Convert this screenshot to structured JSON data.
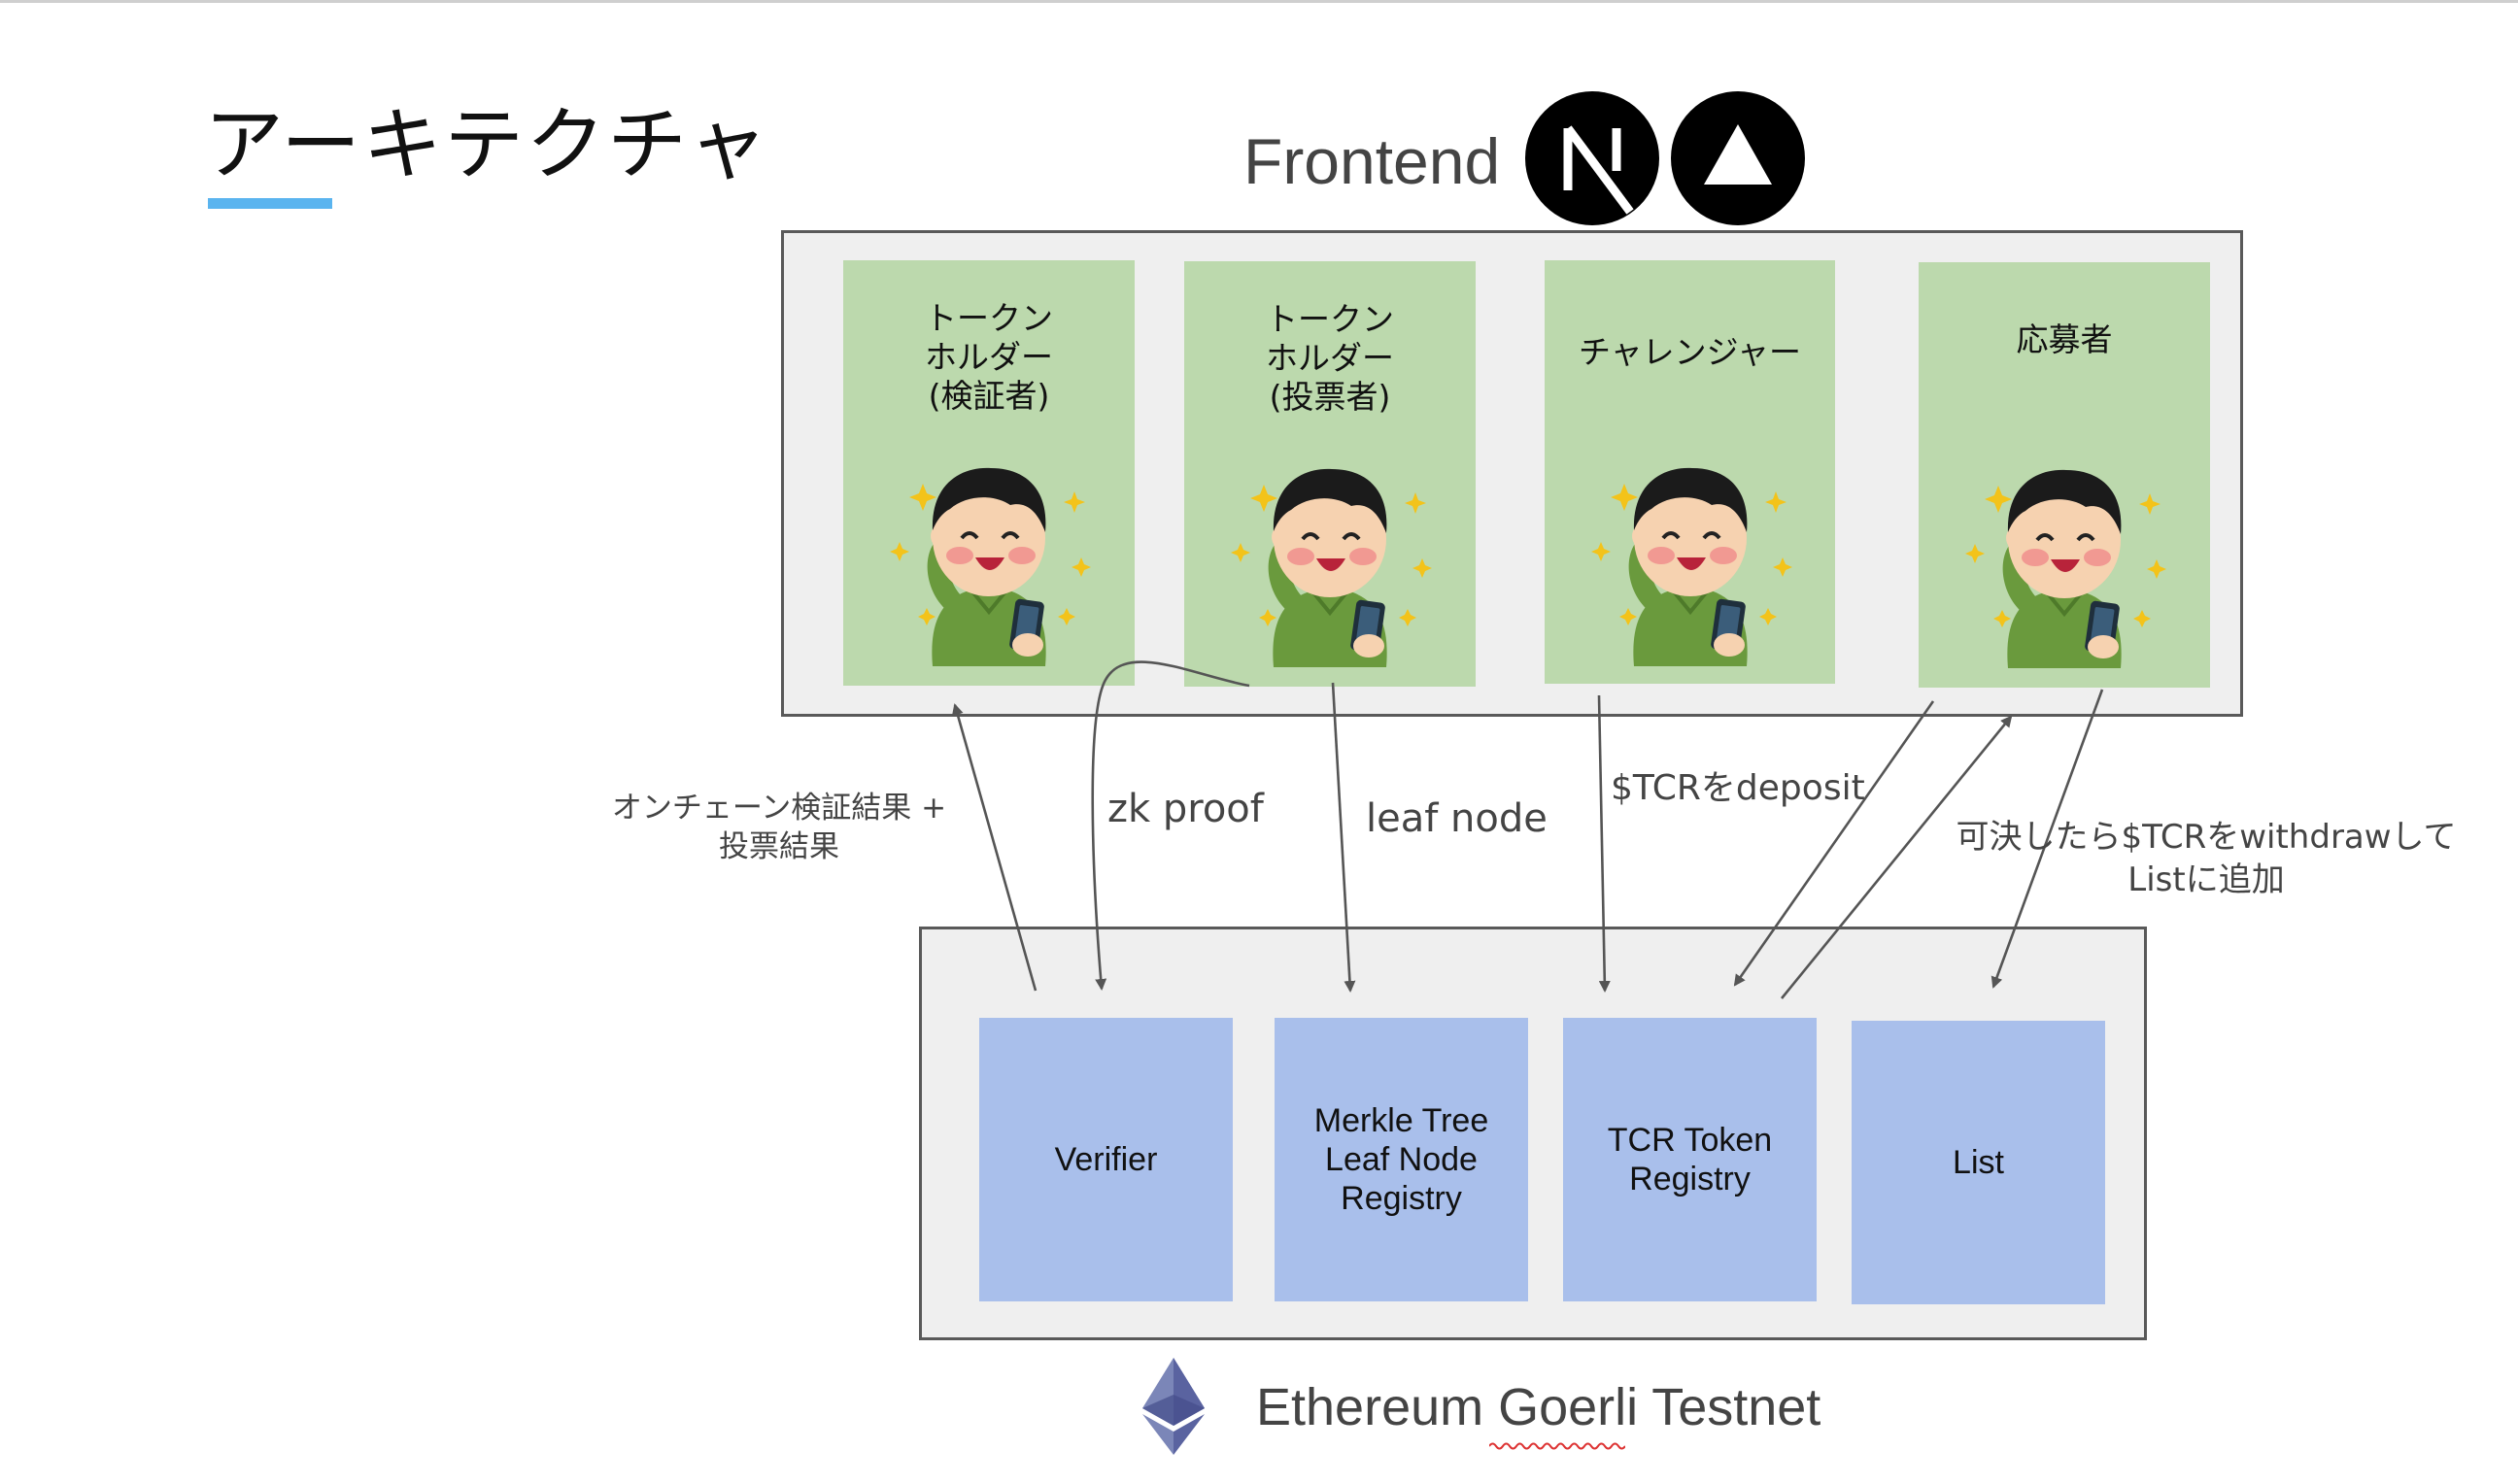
{
  "slide": {
    "title": "アーキテクチャ",
    "accent_color": "#5ab4ef"
  },
  "frontend": {
    "label": "Frontend",
    "logos": [
      "nextjs-logo",
      "vercel-logo"
    ]
  },
  "actors": [
    {
      "label": "トークン\nホルダー\n(検証者)"
    },
    {
      "label": "トークン\nホルダー\n(投票者)"
    },
    {
      "label": "チャレンジャー"
    },
    {
      "label": "応募者"
    }
  ],
  "actor_color": "#bcd9ad",
  "contracts": [
    {
      "label": "Verifier"
    },
    {
      "label": "Merkle Tree\nLeaf Node\nRegistry"
    },
    {
      "label": "TCR Token\nRegistry"
    },
    {
      "label": "List"
    }
  ],
  "contract_color": "#a9bfeb",
  "edges": {
    "verification_result": "オンチェーン検証結果 +\n投票結果",
    "zk_proof": "zk proof",
    "leaf_node": "leaf node",
    "deposit": "$TCRをdeposit",
    "withdraw": "可決したら$TCRをwithdrawして\nListに追加"
  },
  "network": {
    "label": "Ethereum Goerli Testnet"
  }
}
